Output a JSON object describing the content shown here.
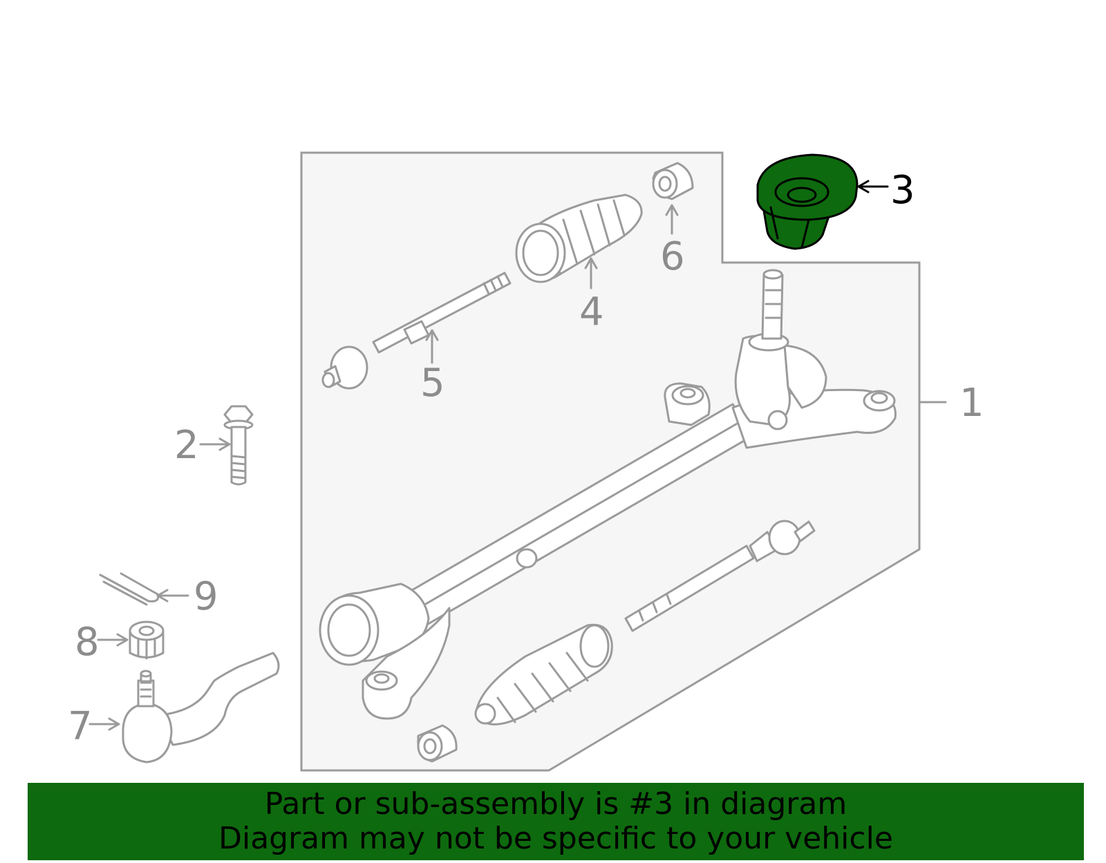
{
  "callouts": {
    "c1": "1",
    "c2": "2",
    "c3": "3",
    "c4": "4",
    "c5": "5",
    "c6": "6",
    "c7": "7",
    "c8": "8",
    "c9": "9"
  },
  "highlight": {
    "callout": "3",
    "color": "#0e6a0e"
  },
  "banner": {
    "line1": "Part or sub-assembly is #3 in diagram",
    "line2": "Diagram may not be specific to your vehicle"
  }
}
